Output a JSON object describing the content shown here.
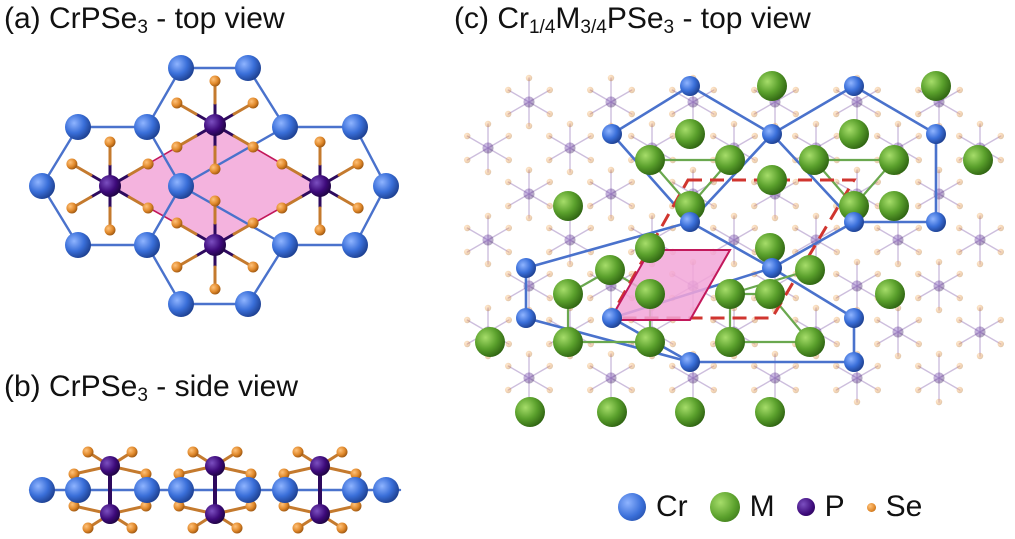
{
  "panels": {
    "a": {
      "prefix": "(a) CrPSe",
      "sub": "3",
      "suffix": " - top view"
    },
    "b": {
      "prefix": "(b) CrPSe",
      "sub": "3",
      "suffix": " - side view"
    },
    "c": {
      "prefix": "(c) Cr",
      "sub1": "1/4",
      "mid": "M",
      "sub2": "3/4",
      "mid2": "PSe",
      "sub3": "3",
      "suffix": " - top view"
    }
  },
  "legend": [
    {
      "label": "Cr",
      "species": "Cr"
    },
    {
      "label": "M",
      "species": "M"
    },
    {
      "label": "P",
      "species": "P"
    },
    {
      "label": "Se",
      "species": "Se"
    }
  ],
  "colors": {
    "Cr": "#3a6fd9",
    "M": "#5aa02c",
    "P": "#3d0a7a",
    "Se": "#e0882a",
    "bond_CrCr": "#4a72cc",
    "bond_MM": "#6aa84f",
    "bond_P": "#2e0a5e",
    "bond_Se": "#c47a2e",
    "unit_cell_fill": "#f2a6d8",
    "unit_cell_edge": "#c2185b",
    "supercell_edge": "#d0352f"
  }
}
